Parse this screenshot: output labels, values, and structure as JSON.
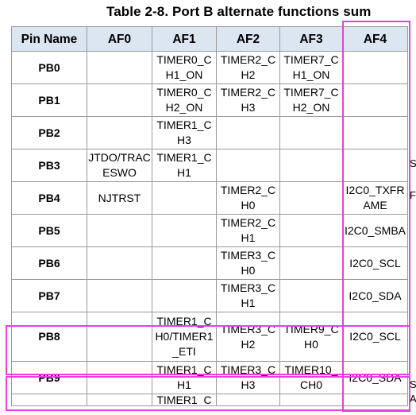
{
  "title": "Table 2-8. Port B alternate functions sum",
  "headers": [
    "Pin Name",
    "AF0",
    "AF1",
    "AF2",
    "AF3",
    "AF4"
  ],
  "rows": [
    {
      "pin": "PB0",
      "af0": "",
      "af1": "TIMER0_CH1_ON",
      "af2": "TIMER2_CH2",
      "af3": "TIMER7_CH1_ON",
      "af4": ""
    },
    {
      "pin": "PB1",
      "af0": "",
      "af1": "TIMER0_CH2_ON",
      "af2": "TIMER2_CH3",
      "af3": "TIMER7_CH2_ON",
      "af4": ""
    },
    {
      "pin": "PB2",
      "af0": "",
      "af1": "TIMER1_CH3",
      "af2": "",
      "af3": "",
      "af4": ""
    },
    {
      "pin": "PB3",
      "af0": "JTDO/TRACESWO",
      "af1": "TIMER1_CH1",
      "af2": "",
      "af3": "",
      "af4": ""
    },
    {
      "pin": "PB4",
      "af0": "NJTRST",
      "af1": "",
      "af2": "TIMER2_CH0",
      "af3": "",
      "af4": "I2C0_TXFRAME"
    },
    {
      "pin": "PB5",
      "af0": "",
      "af1": "",
      "af2": "TIMER2_CH1",
      "af3": "",
      "af4": "I2C0_SMBA"
    },
    {
      "pin": "PB6",
      "af0": "",
      "af1": "",
      "af2": "TIMER3_CH0",
      "af3": "",
      "af4": "I2C0_SCL"
    },
    {
      "pin": "PB7",
      "af0": "",
      "af1": "",
      "af2": "TIMER3_CH1",
      "af3": "",
      "af4": "I2C0_SDA"
    },
    {
      "pin": "PB8",
      "af0": "",
      "af1": "TIMER1_CH0/TIMER1_ETI",
      "af2": "TIMER3_CH2",
      "af3": "TIMER9_CH0",
      "af4": "I2C0_SCL"
    },
    {
      "pin": "PB9",
      "af0": "",
      "af1": "TIMER1_CH1",
      "af2": "TIMER3_CH3",
      "af3": "TIMER10_CH0",
      "af4": "I2C0_SDA"
    }
  ],
  "partial_row": {
    "af1": "TIMER1_C"
  },
  "edge_glyphs": {
    "pb3": "S",
    "pb4": "F",
    "pb9_a": "S",
    "pb9_b": "A"
  }
}
